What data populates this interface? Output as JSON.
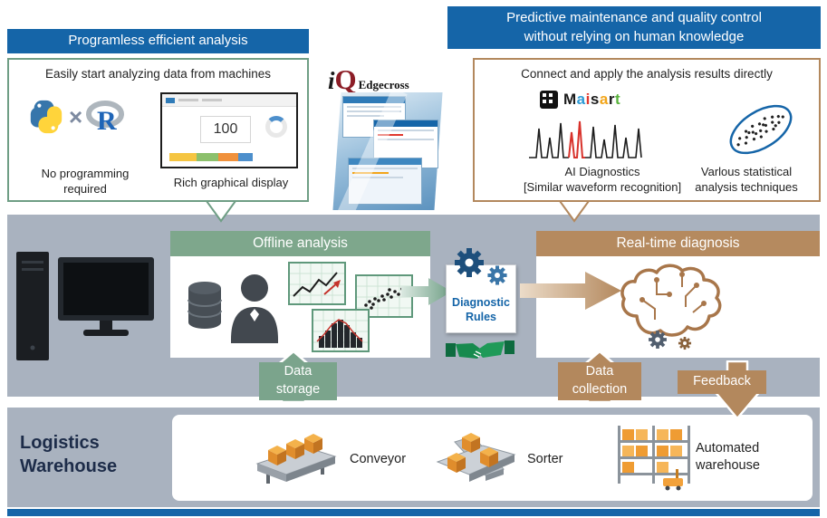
{
  "colors": {
    "accent_blue": "#1565a8",
    "accent_green": "#7ba48c",
    "accent_brown": "#b3885d",
    "band_gray": "#a9b2bf",
    "alert_red": "#d8322b"
  },
  "header_left": {
    "title": "Programless efficient analysis"
  },
  "left_box": {
    "title": "Easily start analyzing data from machines",
    "python_x": "×",
    "r_letter": "R",
    "caption1_line1": "No programming",
    "caption1_line2": "required",
    "caption2": "Rich graphical display",
    "dashboard_value": "100"
  },
  "edgecross_logo": {
    "i": "i",
    "q": "Q",
    "name": "Edgecross"
  },
  "header_right": {
    "line1": "Predictive maintenance and quality control",
    "line2": "without relying on human knowledge"
  },
  "right_box": {
    "title": "Connect and apply the analysis results directly",
    "maisart": {
      "l1": "M",
      "l2": "a",
      "l3": "i",
      "l4": "s",
      "l5": "a",
      "l6": "r",
      "l7": "t"
    },
    "caption1_line1": "AI Diagnostics",
    "caption1_line2": "[Similar waveform recognition]",
    "caption2_line1": "Varlous statistical",
    "caption2_line2": "analysis techniques"
  },
  "middle_band": {
    "offline_title": "Offline analysis",
    "realtime_title": "Real-time diagnosis",
    "doc_line1": "Diagnostic",
    "doc_line2": "Rules"
  },
  "flow_labels": {
    "storage_line1": "Data",
    "storage_line2": "storage",
    "collection_line1": "Data",
    "collection_line2": "collection",
    "feedback": "Feedback"
  },
  "bottom_band": {
    "title_line1": "Logistics",
    "title_line2": "Warehouse",
    "conveyor_label": "Conveyor",
    "sorter_label": "Sorter",
    "warehouse_line1": "Automated",
    "warehouse_line2": "warehouse"
  }
}
